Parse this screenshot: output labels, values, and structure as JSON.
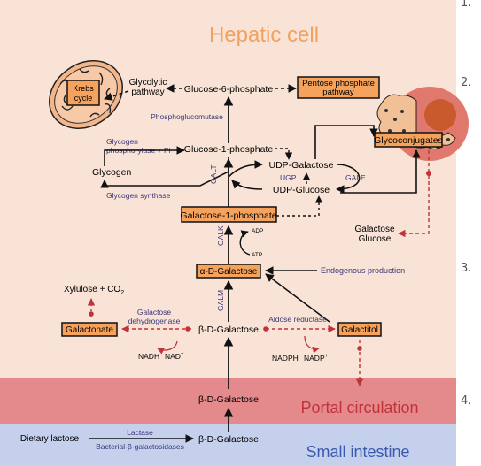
{
  "regions": {
    "hepatic_title": "Hepatic cell",
    "portal_title": "Portal circulation",
    "intestine_title": "Small intestine"
  },
  "side_numbers": [
    "1.",
    "2.",
    "3.",
    "4."
  ],
  "nodes": {
    "krebs": "Krebs cycle",
    "glycolytic": "Glycolytic pathway",
    "g6p": "Glucose-6-phosphate",
    "pentose": "Pentose phosphate pathway",
    "phosphoglucomutase": "Phosphoglucomutase",
    "glycogen_phosphorylase": "Glycogen phosphorylase + Pi",
    "g1p": "Glucose-1-phosphate",
    "glycogen": "Glycogen",
    "glycogen_synthase": "Glycogen synthase",
    "udp_galactose": "UDP-Galactose",
    "udp_glucose": "UDP-Glucose",
    "ugp": "UGP",
    "gale": "GALE",
    "galt": "GALT",
    "gal1p": "Galactose-1-phosphate",
    "glycoconjugates": "Glycoconjugates",
    "galactose_out": "Galactose",
    "glucose_out": "Glucose",
    "galk": "GALK",
    "adp": "ADP",
    "atp": "ATP",
    "alpha_gal": "α-D-Galactose",
    "endogenous": "Endogenous production",
    "galm": "GALM",
    "xylulose": "Xylulose + CO",
    "xylulose_sub": "2",
    "gal_dehydrogenase": "Galactose dehydrogenase",
    "galactonate": "Galactonate",
    "beta_gal": "β-D-Galactose",
    "nadh": "NADH",
    "nad": "NAD",
    "nad_sup": "+",
    "aldose_reductase": "Aldose reductase",
    "galactitol": "Galactitol",
    "nadph": "NADPH",
    "nadp": "NADP",
    "nadp_sup": "+",
    "beta_gal_portal": "β-D-Galactose",
    "dietary_lactose": "Dietary lactose",
    "lactase": "Lactase",
    "bacterial_gal": "Bacterial-β-galactosidases",
    "beta_gal_intestine": "β-D-Galactose"
  },
  "colors": {
    "hepatic_bg": "#f9e3d6",
    "portal_bg": "#e4898c",
    "intestine_bg": "#c5d1ec",
    "box_fill": "#f5a35c",
    "title_orange": "#f0a25e",
    "portal_text": "#c0333b",
    "intestine_text": "#3a5ab0",
    "enzyme_text": "#3b3579",
    "dashed_red": "#c0333b"
  }
}
